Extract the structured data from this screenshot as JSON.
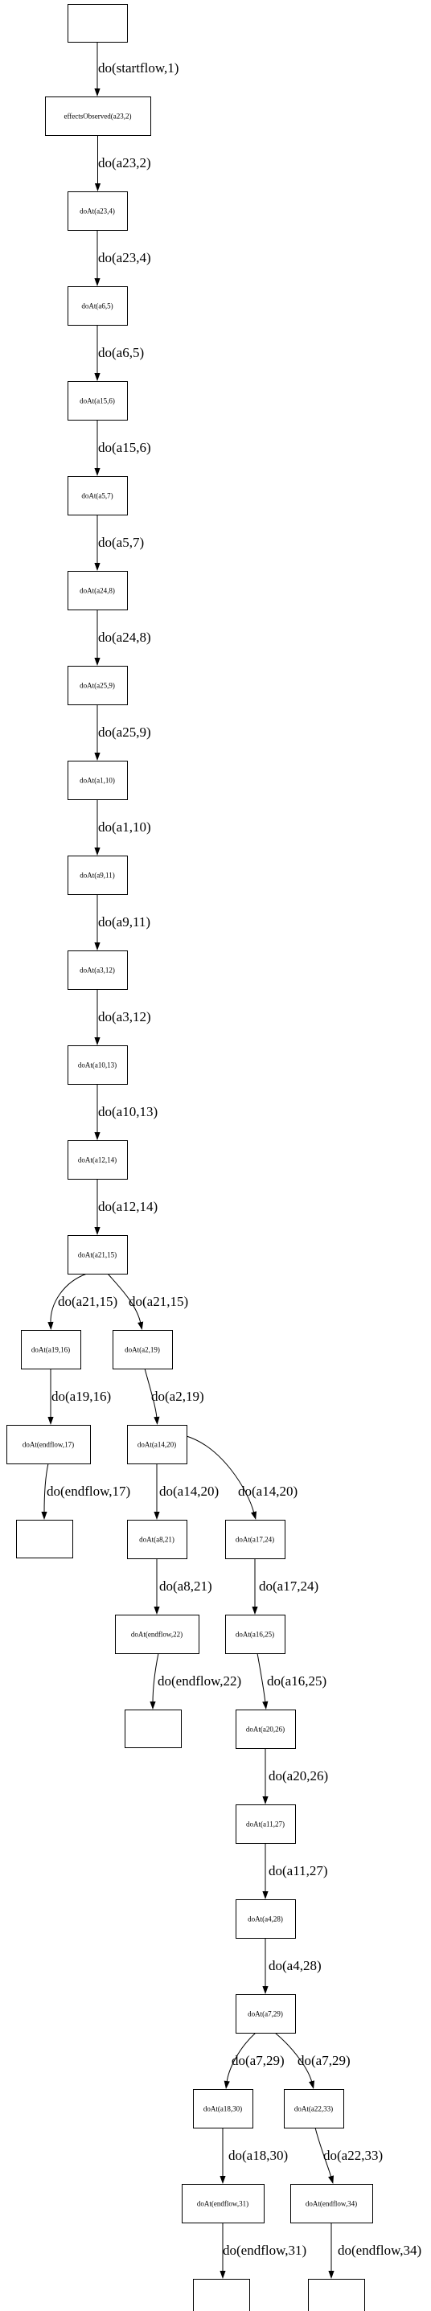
{
  "nodes": {
    "n0": "",
    "n1": "effectsObserved(a23,2)",
    "n2": "doAt(a23,4)",
    "n3": "doAt(a6,5)",
    "n4": "doAt(a15,6)",
    "n5": "doAt(a5,7)",
    "n6": "doAt(a24,8)",
    "n7": "doAt(a25,9)",
    "n8": "doAt(a1,10)",
    "n9": "doAt(a9,11)",
    "n10": "doAt(a3,12)",
    "n11": "doAt(a10,13)",
    "n12": "doAt(a12,14)",
    "n13": "doAt(a21,15)",
    "n14": "doAt(a19,16)",
    "n15": "doAt(a2,19)",
    "n16": "doAt(endflow,17)",
    "n17": "doAt(a14,20)",
    "n18": "",
    "n19": "doAt(a8,21)",
    "n20": "doAt(a17,24)",
    "n21": "doAt(endflow,22)",
    "n22": "doAt(a16,25)",
    "n23": "",
    "n24": "doAt(a20,26)",
    "n25": "doAt(a11,27)",
    "n26": "doAt(a4,28)",
    "n27": "doAt(a7,29)",
    "n28": "doAt(a18,30)",
    "n29": "doAt(a22,33)",
    "n30": "doAt(endflow,31)",
    "n31": "doAt(endflow,34)",
    "n32": "",
    "n33": ""
  },
  "edges": {
    "e0": "do(startflow,1)",
    "e1": "do(a23,2)",
    "e2": "do(a23,4)",
    "e3": "do(a6,5)",
    "e4": "do(a15,6)",
    "e5": "do(a5,7)",
    "e6": "do(a24,8)",
    "e7": "do(a25,9)",
    "e8": "do(a1,10)",
    "e9": "do(a9,11)",
    "e10": "do(a3,12)",
    "e11": "do(a10,13)",
    "e12": "do(a12,14)",
    "e13": "do(a21,15)",
    "e14": "do(a21,15)",
    "e15": "do(a19,16)",
    "e16": "do(a2,19)",
    "e17": "do(endflow,17)",
    "e18": "do(a14,20)",
    "e19": "do(a14,20)",
    "e20": "do(a8,21)",
    "e21": "do(a17,24)",
    "e22": "do(endflow,22)",
    "e23": "do(a16,25)",
    "e24": "do(a20,26)",
    "e25": "do(a11,27)",
    "e26": "do(a4,28)",
    "e27": "do(a7,29)",
    "e28": "do(a7,29)",
    "e29": "do(a18,30)",
    "e30": "do(a22,33)",
    "e31": "do(endflow,31)",
    "e32": "do(endflow,34)"
  }
}
